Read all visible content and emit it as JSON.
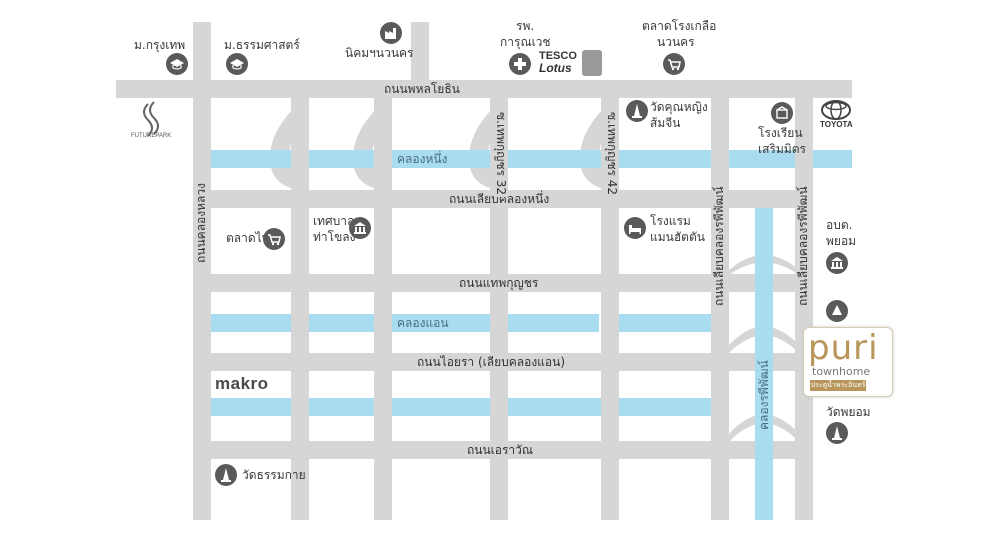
{
  "roads": {
    "phahonyothin": "ถนนพหลโยธิน",
    "liap_khlong_nueng": "ถนนเลียบคลองหนึ่ง",
    "thep_kunchon": "ถนนแทพกุญชร",
    "aiyara": "ถนนไอยรา (เลียบคลองแอน)",
    "erawan": "ถนนเอราวัณ",
    "khlong_luang": "ถนนคลองหลวง",
    "soi_32": "ซ.เทพกุญชร 32",
    "soi_42": "ซ.เทพกุญชร 42",
    "liap_khlong_ripat_1": "ถนนเลียบคลองรพีพัฒน์",
    "liap_khlong_ripat_2": "ถนนเลียบคลองรพีพัฒน์"
  },
  "canals": {
    "khlong_nueng": "คลองหนึ่ง",
    "khlong_aen": "คลองแอน",
    "khlong_ripat": "คลองรพีพัฒน์"
  },
  "places": {
    "bangkok_univ": "ม.กรุงเทพ",
    "thammasat": "ม.ธรรมศาสตร์",
    "navanakorn": "นิคมฯนวนคร",
    "hospital_line1": "รพ.",
    "hospital_line2": "การุณเวช",
    "salt_market_line1": "ตลาดโรงเกลือ",
    "salt_market_line2": "นวนคร",
    "wat_khun_line1": "วัดคุณหญิง",
    "wat_khun_line2": "ส้มจีน",
    "school_line1": "โรงเรียน",
    "school_line2": "เสริมมิตร",
    "talad_thai": "ตลาดไท",
    "municipality_line1": "เทศบาล",
    "municipality_line2": "ท่าโขลง",
    "hotel_line1": "โรงแรม",
    "hotel_line2": "แมนฮัตตัน",
    "obt_line1": "อบต.",
    "obt_line2": "พยอม",
    "wat_phayom": "วัดพยอม",
    "wat_thammakai": "วัดธรรมกาย"
  },
  "brands": {
    "futurepark": "FUTUREPARK",
    "toyota": "TOYOTA",
    "tesco": "TESCO",
    "lotus": "Lotus",
    "makro": "makro",
    "puri": "puri",
    "townhome": "townhome",
    "puri_sub": "ประตูน้ำพระอินทร์"
  },
  "colors": {
    "road": "#d6d6d6",
    "canal": "#a9dcf1",
    "icon": "#5a5a5a",
    "puri_gold": "#b8955a"
  }
}
